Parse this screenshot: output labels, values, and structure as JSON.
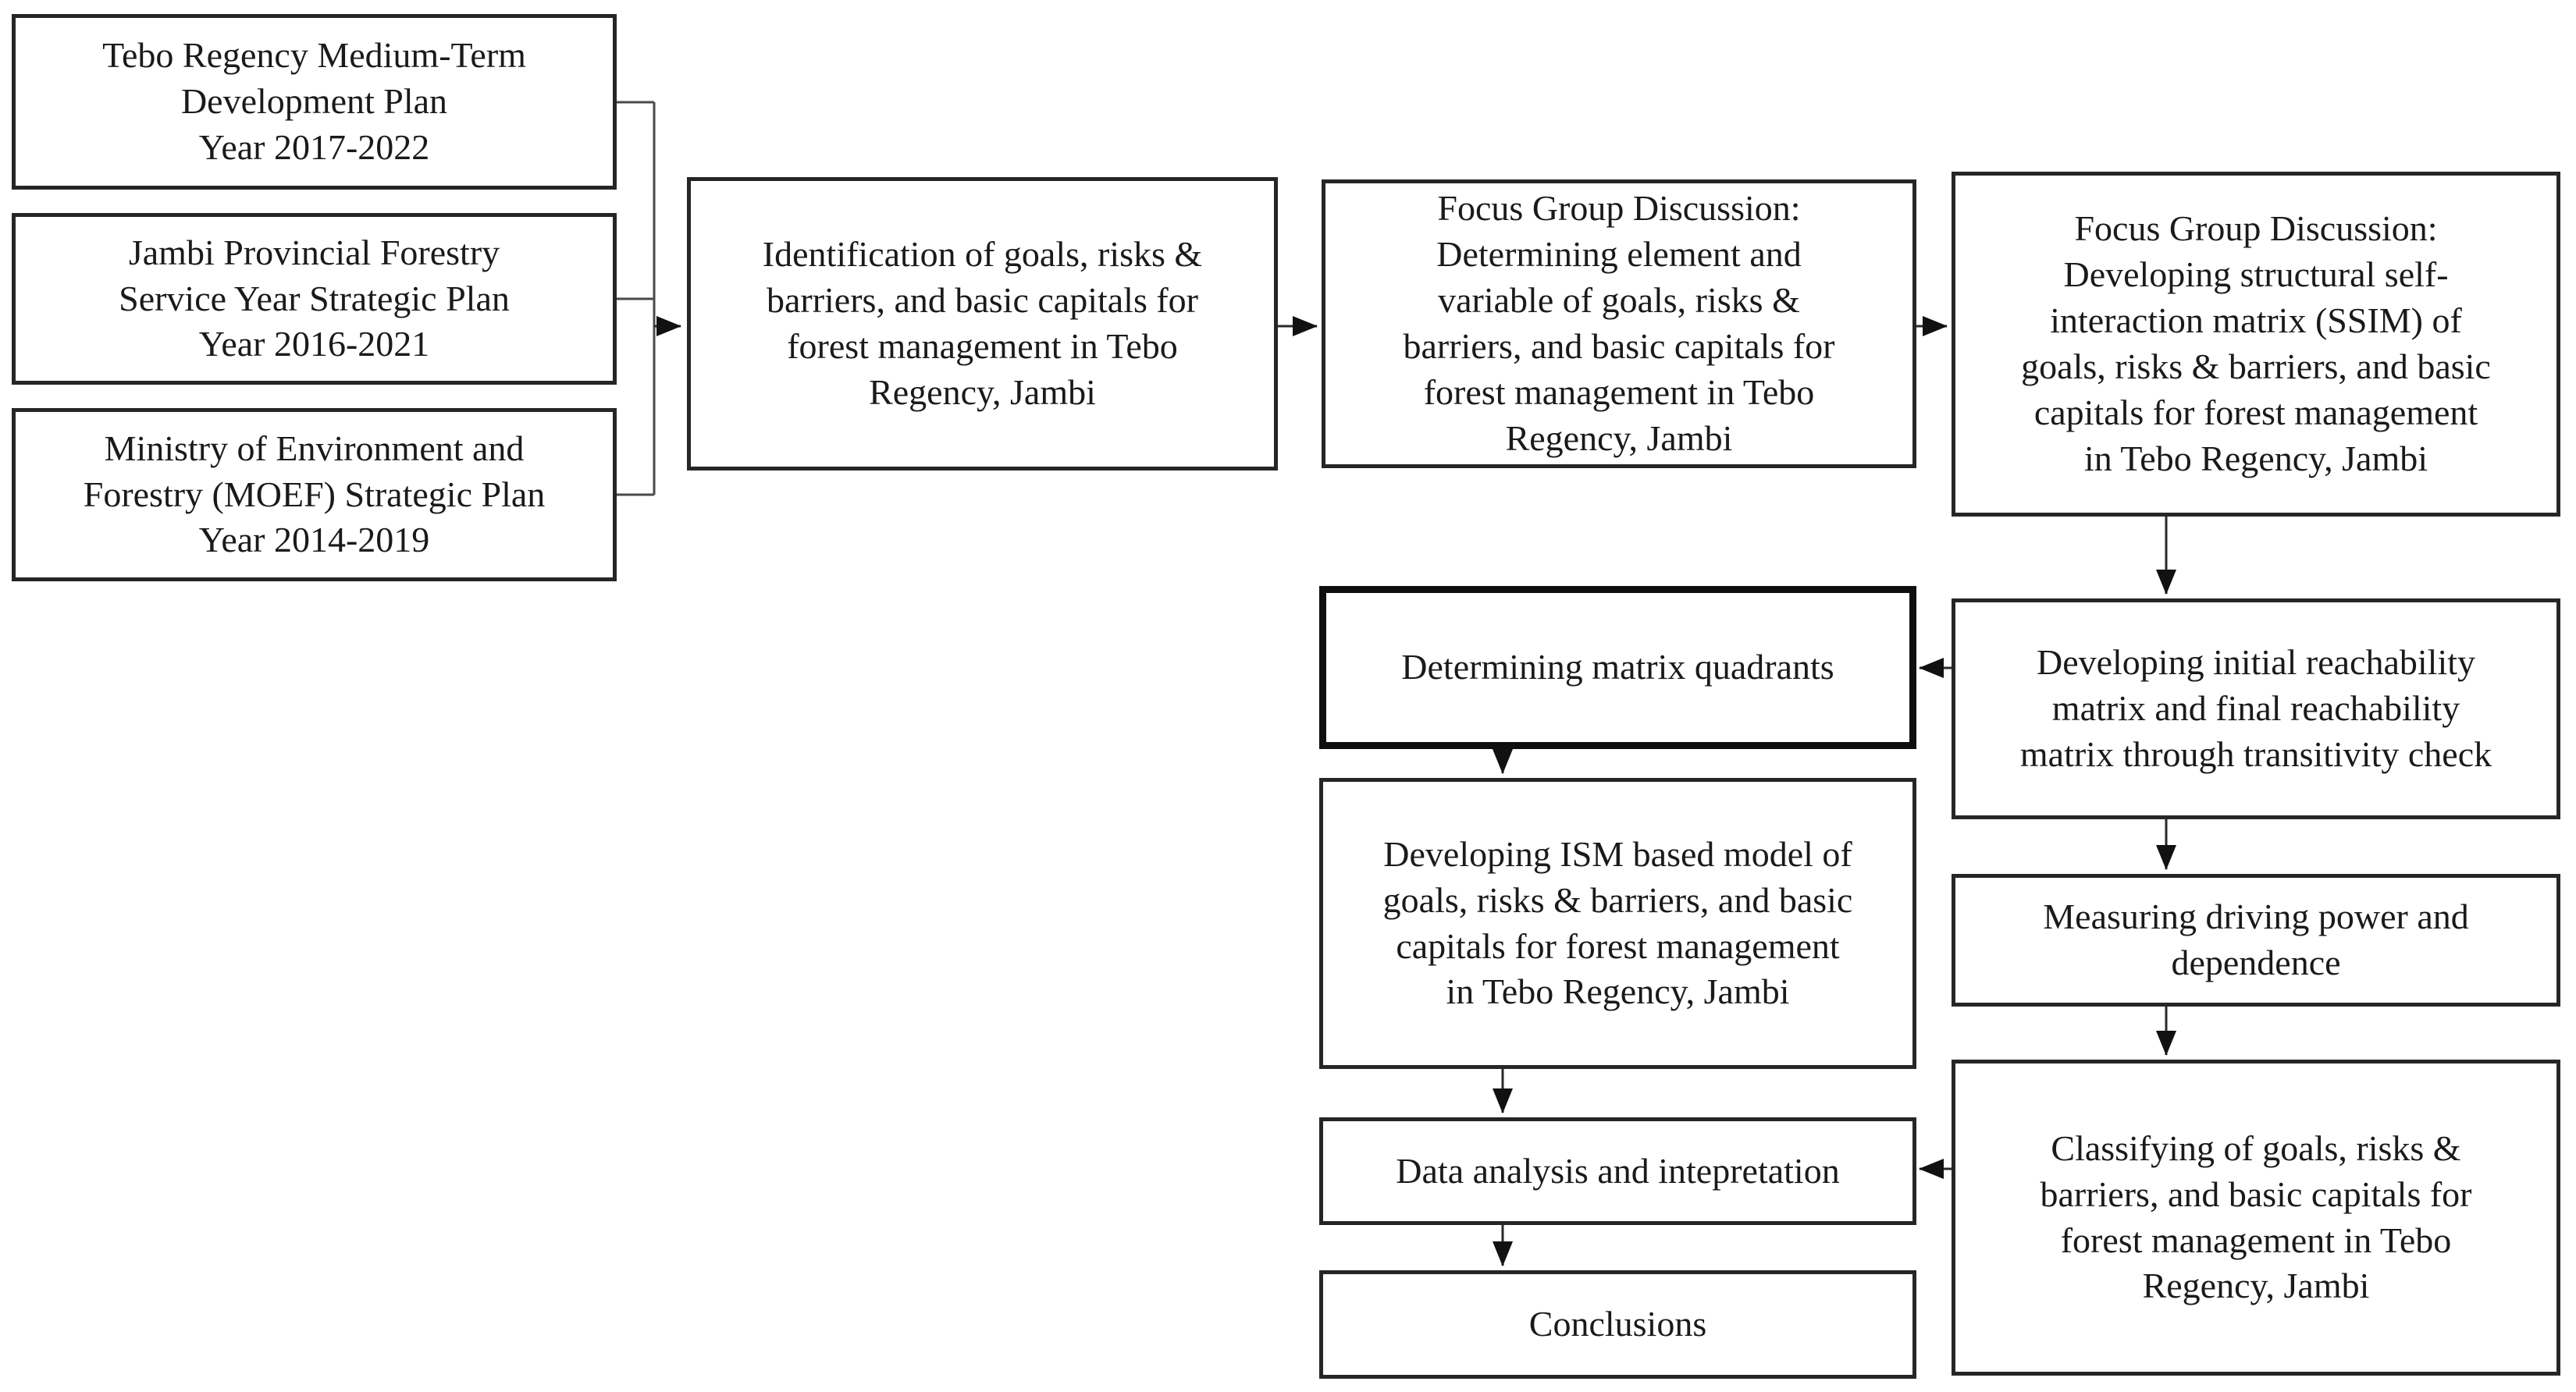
{
  "figure": {
    "type": "flowchart",
    "background_color": "#ffffff",
    "ink_color": "#1a1a1a",
    "nodes": {
      "n1": {
        "text": "Tebo Regency Medium-Term\nDevelopment Plan\nYear 2017-2022"
      },
      "n2": {
        "text": "Jambi Provincial Forestry\nService Year Strategic Plan\nYear 2016-2021"
      },
      "n3": {
        "text": "Ministry of Environment and\nForestry (MOEF) Strategic Plan\nYear 2014-2019"
      },
      "n4": {
        "text": "Identification of goals, risks &\nbarriers, and basic capitals for\nforest management in Tebo\nRegency, Jambi"
      },
      "n5": {
        "text": "Focus Group Discussion:\nDetermining element and\nvariable of goals, risks &\nbarriers, and basic capitals for\nforest management in Tebo\nRegency, Jambi"
      },
      "n6": {
        "text": "Focus Group Discussion:\nDeveloping structural self-\ninteraction matrix (SSIM) of\ngoals, risks & barriers, and basic\ncapitals for forest management\nin Tebo Regency, Jambi"
      },
      "n7": {
        "text": "Developing initial reachability\nmatrix and final reachability\nmatrix through transitivity check"
      },
      "n8": {
        "text": "Determining matrix quadrants"
      },
      "n9": {
        "text": "Measuring driving power and\ndependence"
      },
      "n10": {
        "text": "Classifying of goals, risks &\nbarriers, and basic capitals for\nforest management in Tebo\nRegency, Jambi"
      },
      "n11": {
        "text": "Data analysis and intepretation"
      },
      "n12": {
        "text": "Developing ISM based model of\ngoals, risks & barriers, and basic\ncapitals for forest management\nin Tebo Regency, Jambi"
      },
      "n13": {
        "text": "Conclusions"
      }
    },
    "edges": [
      {
        "from": "n1",
        "to": "n4",
        "via": "bracket"
      },
      {
        "from": "n2",
        "to": "n4",
        "via": "bracket"
      },
      {
        "from": "n3",
        "to": "n4",
        "via": "bracket"
      },
      {
        "from": "n4",
        "to": "n5"
      },
      {
        "from": "n5",
        "to": "n6"
      },
      {
        "from": "n6",
        "to": "n7"
      },
      {
        "from": "n7",
        "to": "n8"
      },
      {
        "from": "n7",
        "to": "n9"
      },
      {
        "from": "n9",
        "to": "n10"
      },
      {
        "from": "n10",
        "to": "n11"
      },
      {
        "from": "n8",
        "to": "n12"
      },
      {
        "from": "n12",
        "to": "n11"
      },
      {
        "from": "n11",
        "to": "n13"
      }
    ]
  }
}
